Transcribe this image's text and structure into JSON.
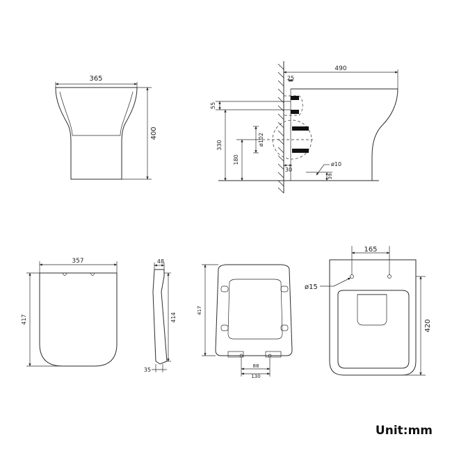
{
  "front_view": {
    "width": "365",
    "height": "400"
  },
  "side_view": {
    "depth": "490",
    "offset_top": "25",
    "inlet_height": "55",
    "outlet_height": "330",
    "outlet_center": "180",
    "outlet_diameter": "ø102",
    "wall_gap": "30",
    "fix_hole": "ø10",
    "base_height": "39"
  },
  "seat_views": {
    "seat_width": "357",
    "seat_length": "417",
    "profile_top": "48",
    "profile_length": "414",
    "profile_base": "35",
    "lid_length": "417",
    "hinge_inner": "88",
    "hinge_outer": "130",
    "hole_spacing": "165",
    "hole_diameter": "ø15",
    "pan_length": "420"
  },
  "unit_label": "Unit:mm",
  "colors": {
    "line": "#2a2a2a",
    "fill": "#111111",
    "background": "#ffffff"
  }
}
